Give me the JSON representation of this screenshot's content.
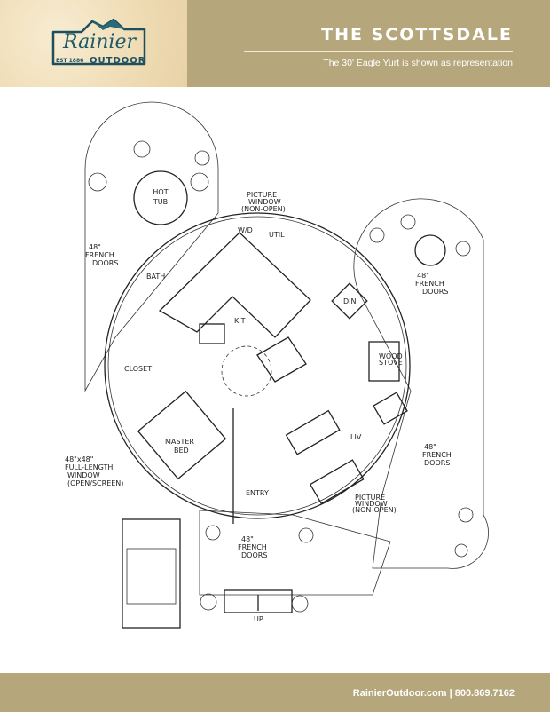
{
  "logo": {
    "script": "Rainier",
    "word": "OUTDOOR",
    "est": "EST 1886"
  },
  "header": {
    "title": "THE SCOTTSDALE",
    "subtitle": "The 30' Eagle Yurt is shown as representation"
  },
  "plan_labels": {
    "hot_tub": [
      "HOT",
      "TUB"
    ],
    "picture_window_top": [
      "PICTURE",
      "WINDOW",
      "(NON-OPEN)"
    ],
    "util": "UTIL",
    "wd": "W/D",
    "french_doors_left": [
      "48\"",
      "FRENCH",
      "DOORS"
    ],
    "bath": "BATH",
    "kit": "KIT",
    "din": "DIN",
    "french_doors_right_top": [
      "48\"",
      "FRENCH",
      "DOORS"
    ],
    "closet": "CLOSET",
    "wood_stove": [
      "WOOD",
      "STOVE"
    ],
    "master_bed": [
      "MASTER",
      "BED"
    ],
    "liv": "LIV",
    "french_doors_right_bottom": [
      "48\"",
      "FRENCH",
      "DOORS"
    ],
    "full_length_window": [
      "48\"x48\"",
      "FULL-LENGTH",
      "WINDOW",
      "(OPEN/SCREEN)"
    ],
    "entry": "ENTRY",
    "picture_window_bottom": [
      "PICTURE",
      "WINDOW",
      "(NON-OPEN)"
    ],
    "french_doors_bottom": [
      "48\"",
      "FRENCH",
      "DOORS"
    ],
    "up": "UP"
  },
  "footer": {
    "text": "RainierOutdoor.com | 800.869.7162"
  }
}
